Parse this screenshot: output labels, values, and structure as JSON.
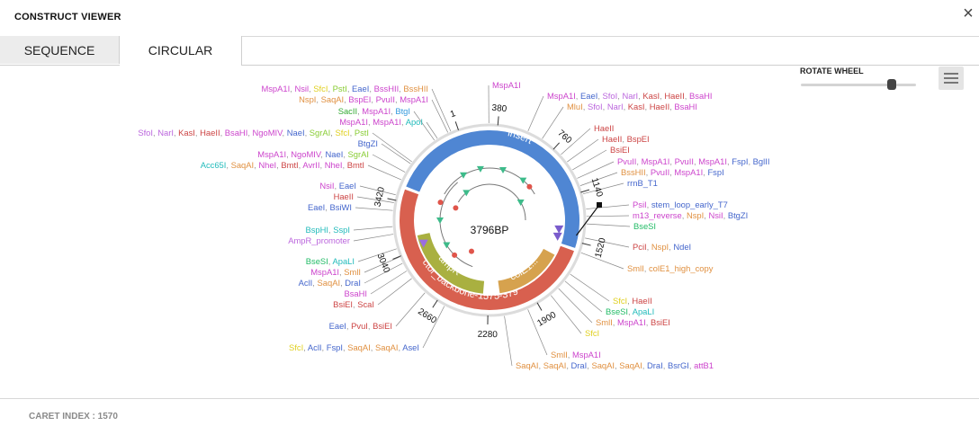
{
  "header": {
    "title": "CONSTRUCT VIEWER",
    "close_label": "×"
  },
  "tabs": [
    {
      "label": "SEQUENCE"
    },
    {
      "label": "CIRCULAR"
    }
  ],
  "controls": {
    "rotate_label": "ROTATE WHEEL",
    "rotate_value": 0.78
  },
  "footer": {
    "caret_index": "CARET INDEX : 1570"
  },
  "plasmid": {
    "center_label": "3796BP",
    "ticks": [
      "1",
      "380",
      "760",
      "1140",
      "1520",
      "1900",
      "2280",
      "2660",
      "3040",
      "3420"
    ],
    "features": [
      {
        "name": "insert",
        "color": "#4f86d3"
      },
      {
        "name": "vector_backbone-1575-3796",
        "color": "#d8604f"
      },
      {
        "name": "ampR",
        "color": "#a9b040"
      },
      {
        "name": "colE1...",
        "color": "#d6a24e"
      }
    ],
    "label_groups": [
      {
        "text": [
          [
            "MspA1I",
            "#cc44cc"
          ],
          [
            "Nsil",
            "#cc44cc"
          ],
          [
            "SfcI",
            "#e0d020"
          ],
          [
            "PstI",
            "#88cc33"
          ],
          [
            "EaeI",
            "#4466cc"
          ],
          [
            "BssHII",
            "#cc44cc"
          ],
          [
            "BssHII",
            "#e09040"
          ]
        ]
      },
      {
        "text": [
          [
            "MspA1I",
            "#cc44cc"
          ]
        ]
      },
      {
        "text": [
          [
            "NspI",
            "#e09040"
          ],
          [
            "SaqAI",
            "#e09040"
          ],
          [
            "BspEI",
            "#cc44cc"
          ],
          [
            "PvuII",
            "#cc44cc"
          ],
          [
            "MspA1I",
            "#cc44cc"
          ]
        ]
      },
      {
        "text": [
          [
            "SacII",
            "#33aa33"
          ],
          [
            "MspA1I",
            "#cc44cc"
          ],
          [
            "BtgI",
            "#3399dd"
          ]
        ]
      },
      {
        "text": [
          [
            "MspA1I",
            "#cc44cc"
          ],
          [
            "MspA1I",
            "#cc44cc"
          ],
          [
            "ApoI",
            "#22bbbb"
          ]
        ]
      },
      {
        "text": [
          [
            "SfoI",
            "#bb66dd"
          ],
          [
            "NarI",
            "#bb66dd"
          ],
          [
            "KasI",
            "#cc4444"
          ],
          [
            "HaeII",
            "#cc4444"
          ],
          [
            "BsaHI",
            "#cc44cc"
          ],
          [
            "NgoMIV",
            "#cc44cc"
          ],
          [
            "NaeI",
            "#4466cc"
          ],
          [
            "SgrAI",
            "#88cc33"
          ],
          [
            "SfcI",
            "#e0d020"
          ],
          [
            "PstI",
            "#88cc33"
          ]
        ]
      },
      {
        "text": [
          [
            "BtgZI",
            "#4466cc"
          ]
        ]
      },
      {
        "text": [
          [
            "MspA1I",
            "#cc44cc"
          ],
          [
            "NgoMIV",
            "#cc44cc"
          ],
          [
            "NaeI",
            "#4466cc"
          ],
          [
            "SgrAI",
            "#88cc33"
          ]
        ]
      },
      {
        "text": [
          [
            "Acc65I",
            "#22bbbb"
          ],
          [
            "SaqAI",
            "#e09040"
          ],
          [
            "NheI",
            "#cc44cc"
          ],
          [
            "BmtI",
            "#cc4444"
          ],
          [
            "AvrII",
            "#cc44cc"
          ],
          [
            "NheI",
            "#cc44cc"
          ],
          [
            "BmtI",
            "#cc4444"
          ]
        ]
      },
      {
        "text": [
          [
            "NsiI",
            "#cc44cc"
          ],
          [
            "EaeI",
            "#4466cc"
          ]
        ]
      },
      {
        "text": [
          [
            "HaeII",
            "#cc4444"
          ]
        ]
      },
      {
        "text": [
          [
            "EaeI",
            "#4466cc"
          ],
          [
            "BsiWI",
            "#4466cc"
          ]
        ]
      },
      {
        "text": [
          [
            "BspHI",
            "#22bbbb"
          ],
          [
            "SspI",
            "#22bbbb"
          ]
        ]
      },
      {
        "text": [
          [
            "AmpR_promoter",
            "#bb66dd"
          ]
        ]
      },
      {
        "text": [
          [
            "BseSI",
            "#22bb66"
          ],
          [
            "ApaLI",
            "#22bbbb"
          ]
        ]
      },
      {
        "text": [
          [
            "MspA1I",
            "#cc44cc"
          ],
          [
            "SmlI",
            "#e09040"
          ]
        ]
      },
      {
        "text": [
          [
            "AclI",
            "#4466cc"
          ],
          [
            "SaqAI",
            "#e09040"
          ],
          [
            "DraI",
            "#4466cc"
          ]
        ]
      },
      {
        "text": [
          [
            "BsaHI",
            "#cc44cc"
          ]
        ]
      },
      {
        "text": [
          [
            "BsiEI",
            "#cc4444"
          ],
          [
            "ScaI",
            "#cc4444"
          ]
        ]
      },
      {
        "text": [
          [
            "EaeI",
            "#4466cc"
          ],
          [
            "PvuI",
            "#cc4444"
          ],
          [
            "BsiEI",
            "#cc4444"
          ]
        ]
      },
      {
        "text": [
          [
            "SfcI",
            "#e0d020"
          ],
          [
            "AclI",
            "#4466cc"
          ],
          [
            "FspI",
            "#4466cc"
          ],
          [
            "SaqAI",
            "#e09040"
          ],
          [
            "SaqAI",
            "#e09040"
          ],
          [
            "AseI",
            "#4466cc"
          ]
        ]
      },
      {
        "text": [
          [
            "MspA1I",
            "#cc44cc"
          ],
          [
            "EaeI",
            "#4466cc"
          ],
          [
            "SfoI",
            "#bb66dd"
          ],
          [
            "NarI",
            "#bb66dd"
          ],
          [
            "KasI",
            "#cc4444"
          ],
          [
            "HaeII",
            "#cc4444"
          ],
          [
            "BsaHI",
            "#cc44cc"
          ]
        ]
      },
      {
        "text": [
          [
            "MluI",
            "#e09040"
          ],
          [
            "SfoI",
            "#bb66dd"
          ],
          [
            "NarI",
            "#bb66dd"
          ],
          [
            "KasI",
            "#cc4444"
          ],
          [
            "HaeII",
            "#cc4444"
          ],
          [
            "BsaHI",
            "#cc44cc"
          ]
        ]
      },
      {
        "text": [
          [
            "HaeII",
            "#cc4444"
          ]
        ]
      },
      {
        "text": [
          [
            "HaeII",
            "#cc4444"
          ],
          [
            "BspEI",
            "#cc4444"
          ]
        ]
      },
      {
        "text": [
          [
            "BsiEI",
            "#cc4444"
          ]
        ]
      },
      {
        "text": [
          [
            "PvuII",
            "#cc44cc"
          ],
          [
            "MspA1I",
            "#cc44cc"
          ],
          [
            "PvuII",
            "#cc44cc"
          ],
          [
            "MspA1I",
            "#cc44cc"
          ],
          [
            "FspI",
            "#4466cc"
          ],
          [
            "BglII",
            "#4466cc"
          ]
        ]
      },
      {
        "text": [
          [
            "BssHII",
            "#e09040"
          ],
          [
            "PvuII",
            "#cc44cc"
          ],
          [
            "MspA1I",
            "#cc44cc"
          ],
          [
            "FspI",
            "#4466cc"
          ]
        ]
      },
      {
        "text": [
          [
            "rrnB_T1",
            "#4466cc"
          ]
        ]
      },
      {
        "text": [
          [
            "PsiI",
            "#cc44cc"
          ],
          [
            "stem_loop_early_T7",
            "#4466cc"
          ]
        ]
      },
      {
        "text": [
          [
            "m13_reverse",
            "#cc44cc"
          ],
          [
            "NspI",
            "#e09040"
          ],
          [
            "NsiI",
            "#cc44cc"
          ],
          [
            "BtgZI",
            "#4466cc"
          ]
        ]
      },
      {
        "text": [
          [
            "BseSI",
            "#22bb66"
          ]
        ]
      },
      {
        "text": [
          [
            "PciI",
            "#cc4444"
          ],
          [
            "NspI",
            "#e09040"
          ],
          [
            "NdeI",
            "#4466cc"
          ]
        ]
      },
      {
        "text": [
          [
            "SmlI",
            "#e09040"
          ],
          [
            "colE1_high_copy",
            "#e09040"
          ]
        ]
      },
      {
        "text": [
          [
            "SfcI",
            "#e0d020"
          ],
          [
            "HaeII",
            "#cc4444"
          ]
        ]
      },
      {
        "text": [
          [
            "BseSI",
            "#22bb66"
          ],
          [
            "ApaLI",
            "#22bbbb"
          ]
        ]
      },
      {
        "text": [
          [
            "SmlI",
            "#e09040"
          ],
          [
            "MspA1I",
            "#cc44cc"
          ],
          [
            "BsiEI",
            "#cc4444"
          ]
        ]
      },
      {
        "text": [
          [
            "SfcI",
            "#e0d020"
          ]
        ]
      },
      {
        "text": [
          [
            "SmlI",
            "#e09040"
          ],
          [
            "MspA1I",
            "#cc44cc"
          ]
        ]
      },
      {
        "text": [
          [
            "SaqAI",
            "#e09040"
          ],
          [
            "SaqAI",
            "#e09040"
          ],
          [
            "DraI",
            "#4466cc"
          ],
          [
            "SaqAI",
            "#e09040"
          ],
          [
            "SaqAI",
            "#e09040"
          ],
          [
            "DraI",
            "#4466cc"
          ],
          [
            "BsrGI",
            "#4466cc"
          ],
          [
            "attB1",
            "#cc44cc"
          ]
        ]
      }
    ]
  }
}
